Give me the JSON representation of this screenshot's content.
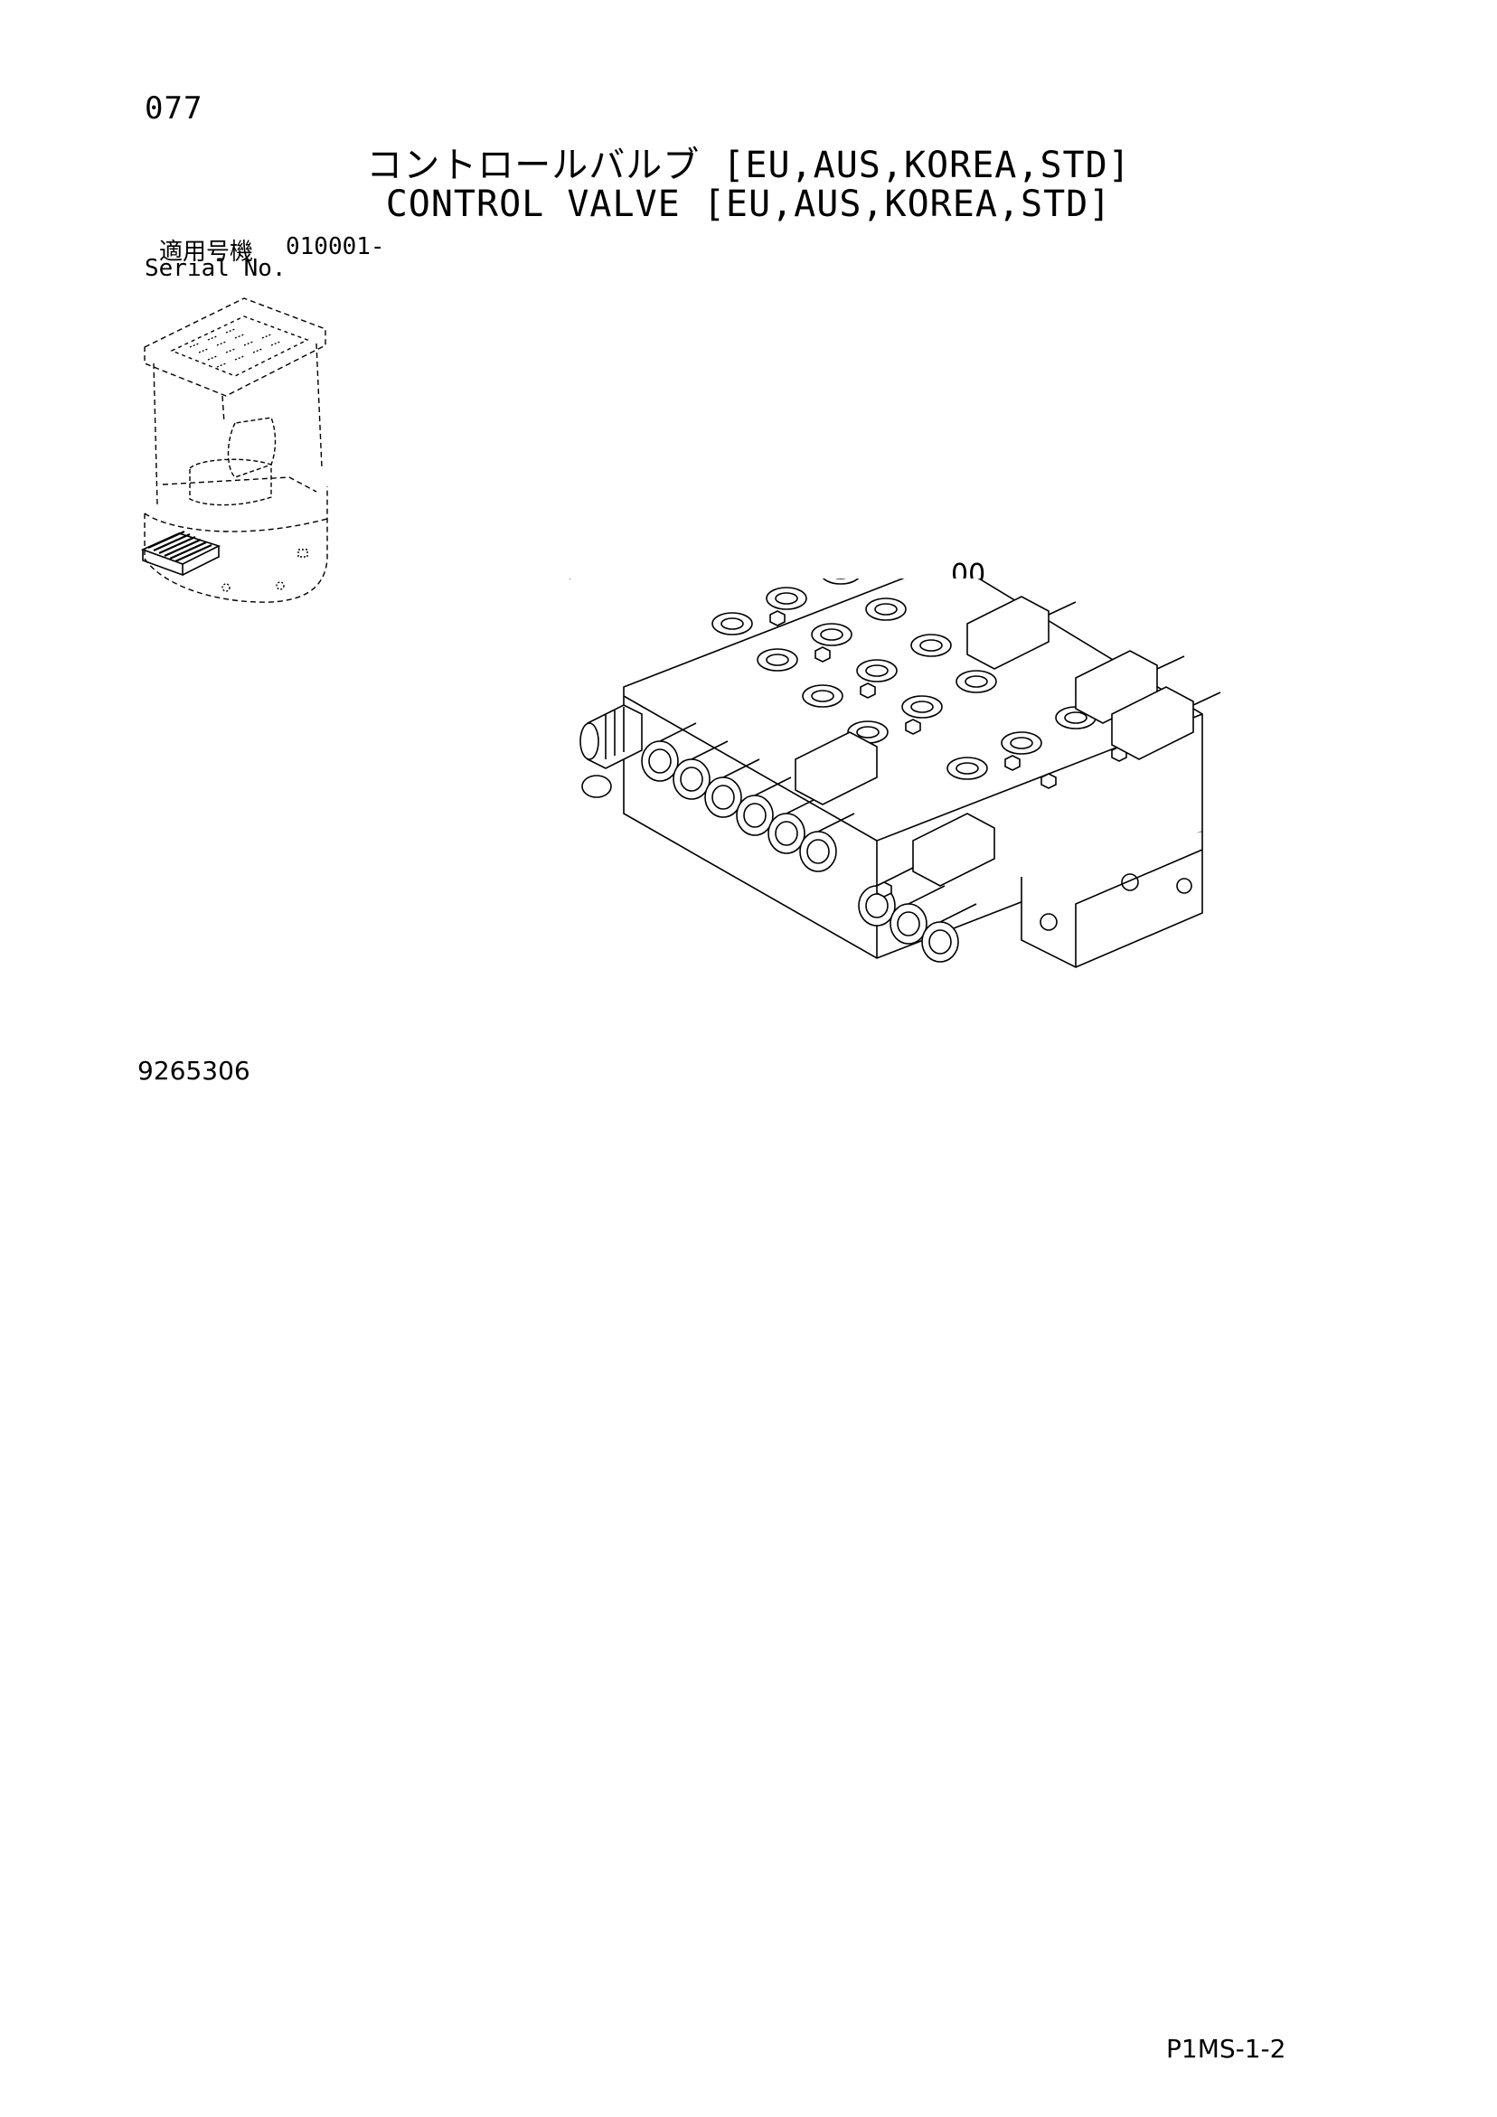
{
  "page": {
    "number": "077"
  },
  "title": {
    "japanese": "コントロールバルブ [EU,AUS,KOREA,STD]",
    "english": "CONTROL VALVE [EU,AUS,KOREA,STD]"
  },
  "serial": {
    "label_jp": "適用号機",
    "value": "010001-",
    "label_en": "Serial No."
  },
  "diagram": {
    "callout": "00",
    "drawing_number": "9265306"
  },
  "footer": {
    "page_code": "P1MS-1-2"
  }
}
